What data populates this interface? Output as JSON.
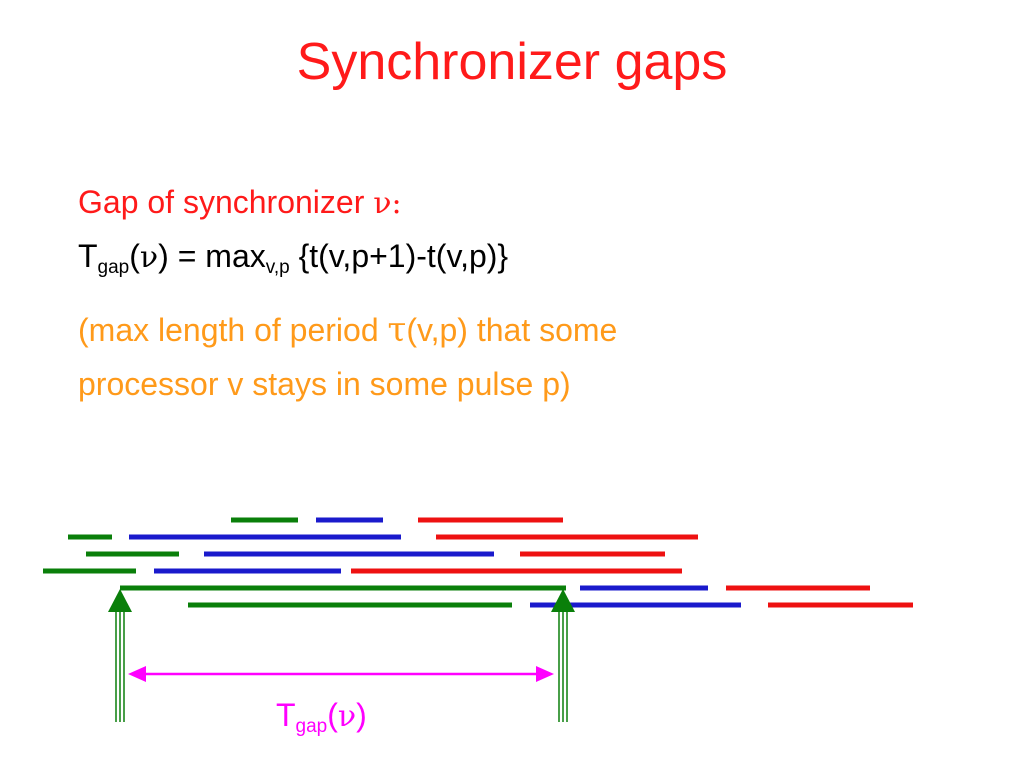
{
  "slide": {
    "title": "Synchronizer gaps",
    "definition_heading": "Gap of synchronizer",
    "definition_symbol": "ν",
    "definition_colon": ":",
    "formula": {
      "lhs_T": "T",
      "lhs_sub": "gap",
      "lhs_paren_open": "(",
      "lhs_nu": "ν",
      "lhs_paren_close": ")",
      "equals": " = ",
      "max": "max",
      "max_sub": "v,p",
      "rhs": " {t(v,p+1)-t(v,p)}"
    },
    "explanation_line1_pre": "(max length of period ",
    "explanation_tau": "τ",
    "explanation_line1_post": "(v,p) that some",
    "explanation_line2": "processor v stays in some pulse p)"
  },
  "diagram": {
    "gap_label_T": "T",
    "gap_label_sub": "gap",
    "gap_label_paren_open": "(",
    "gap_label_nu": "ν",
    "gap_label_paren_close": ")",
    "colors": {
      "green": "#0a7f0a",
      "blue": "#1a1acc",
      "red": "#ee1111",
      "magenta": "#ff00ff"
    }
  }
}
